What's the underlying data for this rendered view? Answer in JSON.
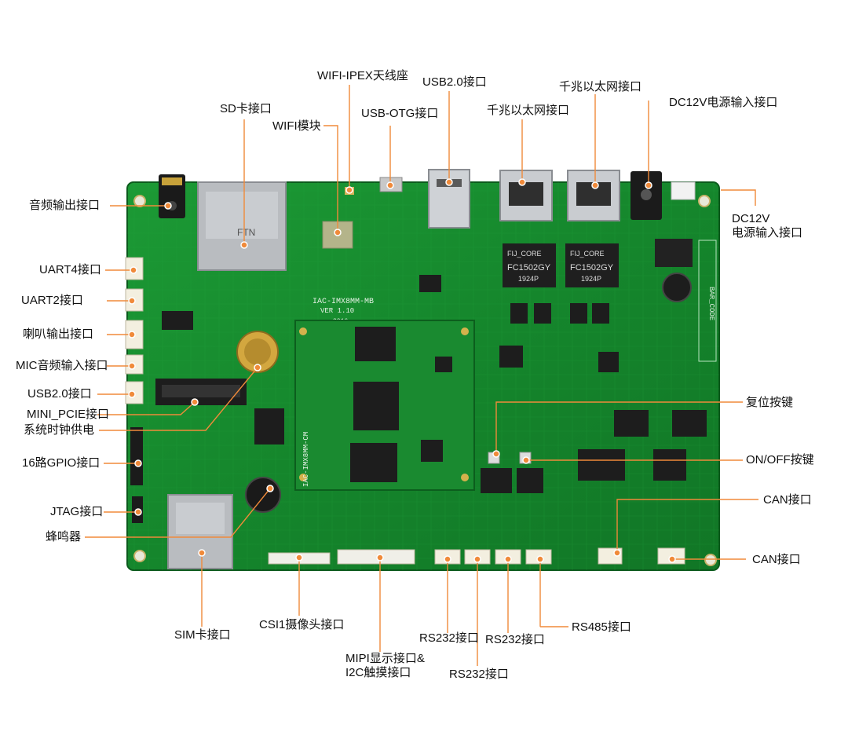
{
  "board": {
    "silk_model": "IAC-IMX8MM-MB",
    "silk_version": "VER 1.10",
    "silk_year": "2016",
    "som_name": "IAC-IMX8MM-CM",
    "bar_code": "BAR_CODE",
    "chip1_brand": "FIJ_CORE",
    "chip1_model": "FC1502GY",
    "chip1_date": "1924P",
    "sd_mark": "FTN"
  },
  "labels": {
    "wifi_ipex": "WIFI-IPEX天线座",
    "usb20_top": "USB2.0接口",
    "gbe_1": "千兆以太网接口",
    "sd_card": "SD卡接口",
    "usb_otg": "USB-OTG接口",
    "gbe_2": "千兆以太网接口",
    "dc12v_top": "DC12V电源输入接口",
    "wifi_module": "WIFI模块",
    "audio_out": "音频输出接口",
    "dc12v_right_line1": "DC12V",
    "dc12v_right_line2": "电源输入接口",
    "uart4": "UART4接口",
    "uart2": "UART2接口",
    "speaker": "喇叭输出接口",
    "mic": "MIC音频输入接口",
    "usb20_left": "USB2.0接口",
    "mini_pcie": "MINI_PCIE接口",
    "rtc_power": "系统时钟供电",
    "gpio16": "16路GPIO接口",
    "jtag": "JTAG接口",
    "buzzer": "蜂鸣器",
    "reset_key": "复位按键",
    "onoff_key": "ON/OFF按键",
    "can_1": "CAN接口",
    "can_2": "CAN接口",
    "sim": "SIM卡接口",
    "csi1": "CSI1摄像头接口",
    "rs232_1": "RS232接口",
    "rs232_2": "RS232接口",
    "rs485": "RS485接口",
    "mipi_line1": "MIPI显示接口&",
    "mipi_line2": "I2C触摸接口",
    "rs232_3": "RS232接口"
  },
  "colors": {
    "pcb": "#178a2e",
    "pcb_dark": "#0d6a22",
    "pcb_edge": "#0b5a1c",
    "callout_line": "#f08a3a",
    "dot": "#f08a3a"
  }
}
